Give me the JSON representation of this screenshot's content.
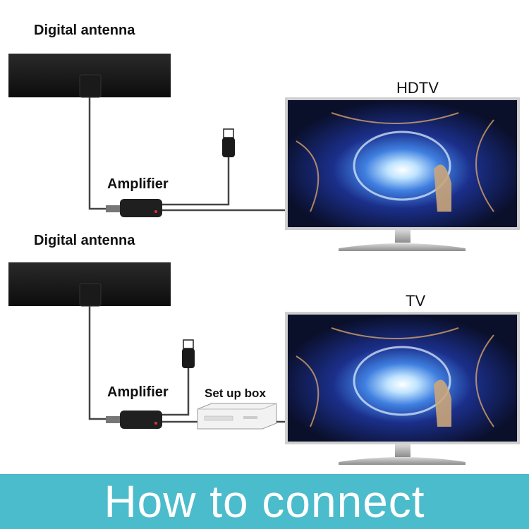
{
  "top": {
    "antenna_label": "Digital antenna",
    "amplifier_label": "Amplifier",
    "tv_label": "HDTV"
  },
  "bottom": {
    "antenna_label": "Digital antenna",
    "amplifier_label": "Amplifier",
    "settop_label": "Set up box",
    "tv_label": "TV"
  },
  "banner": {
    "text": "How to connect",
    "color": "#4bbccb"
  }
}
